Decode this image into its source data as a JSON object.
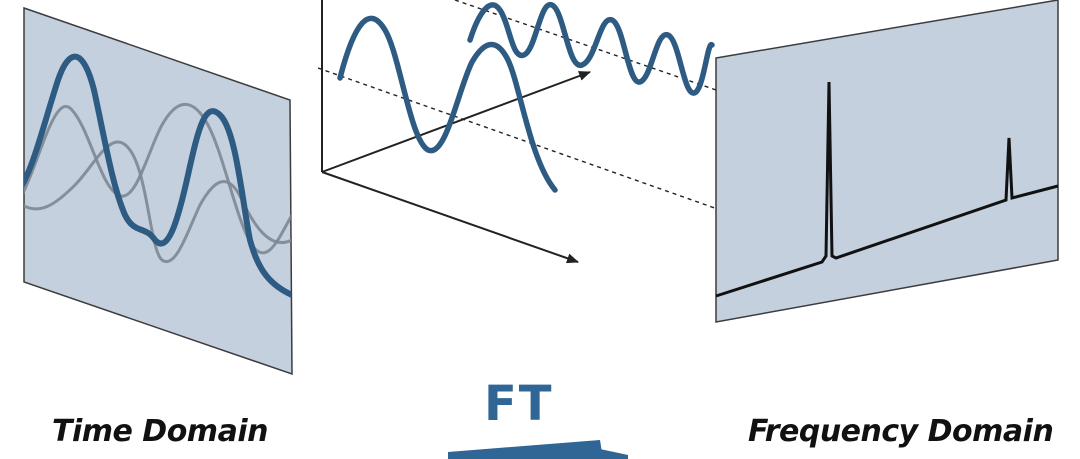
{
  "labels": {
    "time_domain": "Time Domain",
    "frequency_domain": "Frequency Domain",
    "transform": "FT"
  },
  "colors": {
    "panel_fill": "#c5d0df",
    "panel_edge": "#3c3c3c",
    "wave_primary": "#2d5b82",
    "wave_secondary": "#7d8794",
    "spectrum_line": "#111111",
    "arrow_blue": "#2f6695"
  }
}
